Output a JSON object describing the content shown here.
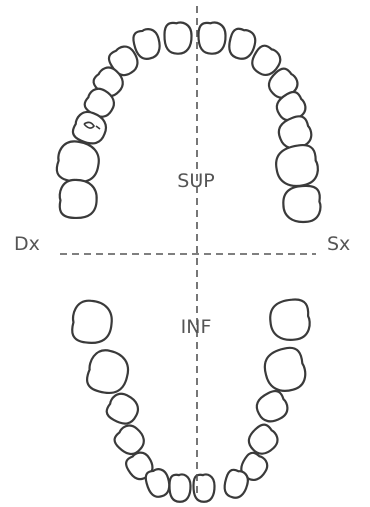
{
  "labels": {
    "upper": "SUP",
    "lower": "INF",
    "right": "Dx",
    "left": "Sx"
  },
  "colors": {
    "background": "#ffffff",
    "outline": "#3a3a3a",
    "axis": "#555555",
    "label": "#555555"
  }
}
